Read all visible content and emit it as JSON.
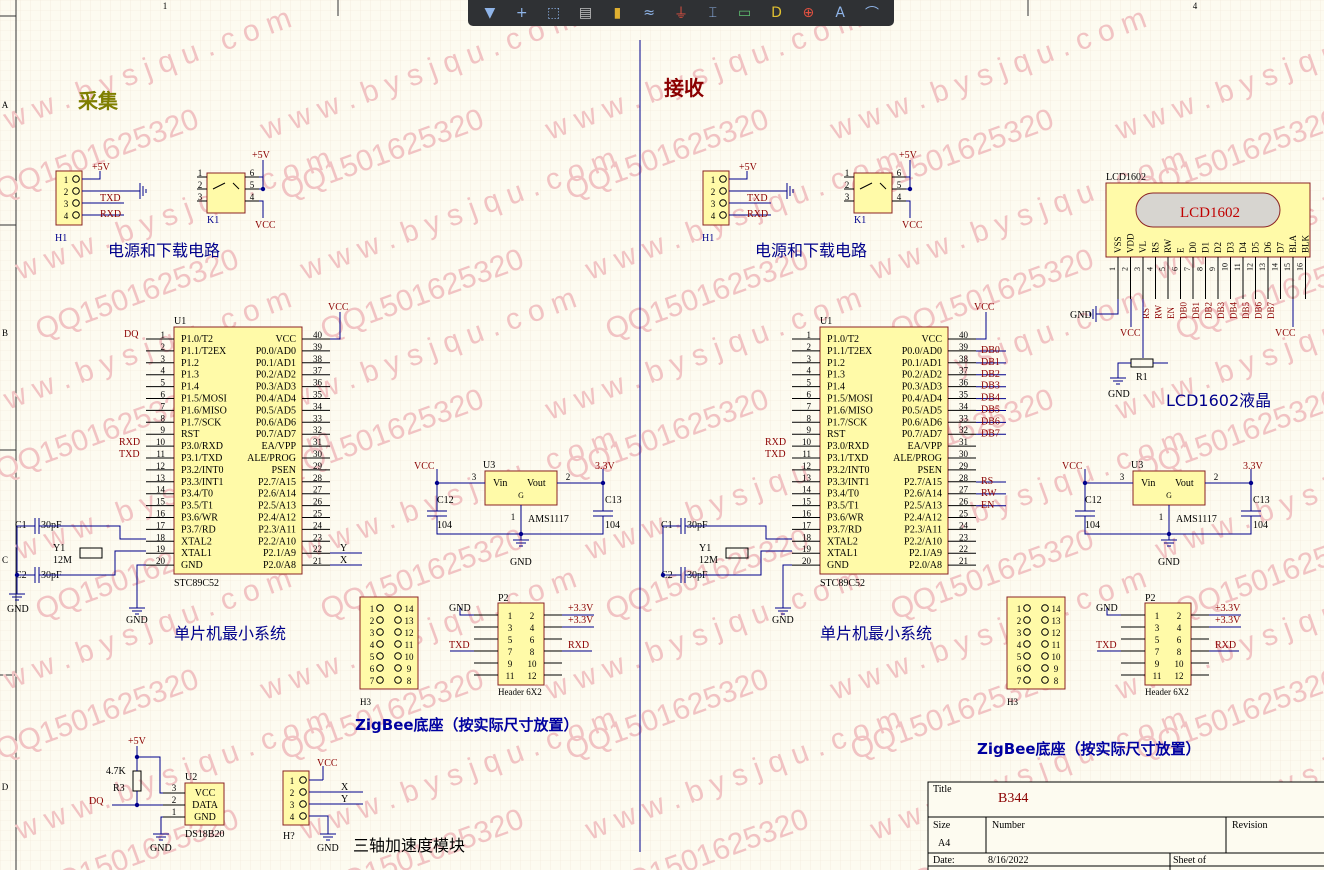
{
  "toolbar": {
    "tools": [
      {
        "icon": "filter-icon",
        "glyph": "▼",
        "color": "#8fb4e8"
      },
      {
        "icon": "crosshair-icon",
        "glyph": "+",
        "color": "#8fb4e8"
      },
      {
        "icon": "select-rect-icon",
        "glyph": "⬚",
        "color": "#8fb4e8"
      },
      {
        "icon": "align-icon",
        "glyph": "▤",
        "color": "#c0c0c0"
      },
      {
        "icon": "component-icon",
        "glyph": "▮",
        "color": "#e0b030"
      },
      {
        "icon": "wire-icon",
        "glyph": "≈",
        "color": "#8fb4e8"
      },
      {
        "icon": "ground-icon",
        "glyph": "⏚",
        "color": "#e05040"
      },
      {
        "icon": "netlabel-icon",
        "glyph": "⌶",
        "color": "#8fb4e8"
      },
      {
        "icon": "port-icon",
        "glyph": "▭",
        "color": "#5fc070"
      },
      {
        "icon": "sheet-entry-icon",
        "glyph": "D",
        "color": "#e0c030"
      },
      {
        "icon": "no-erc-icon",
        "glyph": "⊕",
        "color": "#e05040"
      },
      {
        "icon": "text-icon",
        "glyph": "A",
        "color": "#8fb4e8"
      },
      {
        "icon": "arc-icon",
        "glyph": "⌒",
        "color": "#8fb4e8"
      }
    ]
  },
  "border": {
    "col1": "1",
    "col4": "4",
    "rows": [
      "A",
      "B",
      "C",
      "D"
    ]
  },
  "watermark": {
    "domain": "w w w . b y s j q u . c o m",
    "qq": "QQ1501625320"
  },
  "sections": {
    "left": "采集",
    "right": "接收"
  },
  "captions": {
    "power": "电源和下载电路",
    "mcu": "单片机最小系统",
    "zigbee": "ZigBee底座（按实际尺寸放置）",
    "accel": "三轴加速度模块",
    "lcd": "LCD1602液晶"
  },
  "h1": {
    "ref": "H1",
    "pins": [
      "1",
      "2",
      "3",
      "4"
    ],
    "nets": [
      "+5V",
      "TXD",
      "RXD"
    ]
  },
  "k1": {
    "ref": "K1",
    "pins_left": [
      "1",
      "2",
      "3"
    ],
    "pins_right": [
      "6",
      "5",
      "4"
    ],
    "nets": [
      "+5V",
      "VCC"
    ]
  },
  "mcu": {
    "ref": "U1",
    "part": "STC89C52",
    "left_pins": [
      "1",
      "2",
      "3",
      "4",
      "5",
      "6",
      "7",
      "8",
      "9",
      "10",
      "11",
      "12",
      "13",
      "14",
      "15",
      "16",
      "17",
      "18",
      "19",
      "20"
    ],
    "left_names": [
      "P1.0/T2",
      "P1.1/T2EX",
      "P1.2",
      "P1.3",
      "P1.4",
      "P1.5/MOSI",
      "P1.6/MISO",
      "P1.7/SCK",
      "RST",
      "P3.0/RXD",
      "P3.1/TXD",
      "P3.2/INT0",
      "P3.3/INT1",
      "P3.4/T0",
      "P3.5/T1",
      "P3.6/WR",
      "P3.7/RD",
      "XTAL2",
      "XTAL1",
      "GND"
    ],
    "right_pins": [
      "40",
      "39",
      "38",
      "37",
      "36",
      "35",
      "34",
      "33",
      "32",
      "31",
      "30",
      "29",
      "28",
      "27",
      "26",
      "25",
      "24",
      "23",
      "22",
      "21"
    ],
    "right_names": [
      "VCC",
      "P0.0/AD0",
      "P0.1/AD1",
      "P0.2/AD2",
      "P0.3/AD3",
      "P0.4/AD4",
      "P0.5/AD5",
      "P0.6/AD6",
      "P0.7/AD7",
      "EA/VPP",
      "ALE/PROG",
      "PSEN",
      "P2.7/A15",
      "P2.6/A14",
      "P2.5/A13",
      "P2.4/A12",
      "P2.3/A11",
      "P2.2/A10",
      "P2.1/A9",
      "P2.0/A8"
    ],
    "left_nets": {
      "dq": "DQ",
      "rxd": "RXD",
      "txd": "TXD"
    },
    "vcc": "VCC",
    "gnd": "GND",
    "left_right_nets": [
      "Y",
      "X"
    ],
    "right_db_nets": [
      "DB0",
      "DB1",
      "DB2",
      "DB3",
      "DB4",
      "DB5",
      "DB6",
      "DB7"
    ],
    "right_ctrl_nets": [
      "RS",
      "RW",
      "EN"
    ]
  },
  "crystal": {
    "c1": "C1",
    "c2": "C2",
    "cap": "30pF",
    "y1": "Y1",
    "freq": "12M"
  },
  "reg": {
    "ref": "U3",
    "part": "AMS1117",
    "vin": "Vin",
    "vout": "Vout",
    "g": "G",
    "pin3": "3",
    "pin2": "2",
    "pin1": "1",
    "in_net": "VCC",
    "out_net": "3.3V",
    "c12": "C12",
    "c13": "C13",
    "val": "104",
    "gnd": "GND"
  },
  "h3": {
    "ref": "H3",
    "left": [
      "1",
      "2",
      "3",
      "4",
      "5",
      "6",
      "7"
    ],
    "right": [
      "14",
      "13",
      "12",
      "11",
      "10",
      "9",
      "8"
    ]
  },
  "p2": {
    "ref": "P2",
    "part": "Header 6X2",
    "left": [
      "1",
      "3",
      "5",
      "7",
      "9",
      "11"
    ],
    "right": [
      "2",
      "4",
      "6",
      "8",
      "10",
      "12"
    ],
    "gnd": "GND",
    "p33a": "+3.3V",
    "p33b": "+3.3V",
    "txd": "TXD",
    "rxd": "RXD"
  },
  "ds18": {
    "ref": "U2",
    "part": "DS18B20",
    "pins": [
      "VCC",
      "DATA",
      "GND"
    ],
    "pinnums": [
      "3",
      "2",
      "1"
    ],
    "r3": "R3",
    "r3val": "4.7K",
    "p5v": "+5V",
    "dq": "DQ",
    "gnd": "GND"
  },
  "hq": {
    "ref": "H?",
    "pins": [
      "1",
      "2",
      "3",
      "4"
    ],
    "vcc": "VCC",
    "x": "X",
    "y": "Y",
    "gnd": "GND"
  },
  "lcd": {
    "ref": "LCD1602",
    "label": "LCD1602",
    "pin_names": [
      "VSS",
      "VDD",
      "VL",
      "RS",
      "RW",
      "E",
      "D0",
      "D1",
      "D2",
      "D3",
      "D4",
      "D5",
      "D6",
      "D7",
      "BLA",
      "BLK"
    ],
    "pin_nums": [
      "1",
      "2",
      "3",
      "4",
      "5",
      "6",
      "7",
      "8",
      "9",
      "10",
      "11",
      "12",
      "13",
      "14",
      "15",
      "16"
    ],
    "nets": [
      "RS",
      "RW",
      "EN",
      "DB0",
      "DB1",
      "DB2",
      "DB3",
      "DB4",
      "DB5",
      "DB6",
      "DB7"
    ],
    "gnd": "GND",
    "vcc": "VCC",
    "r1": "R1"
  },
  "titleblock": {
    "title_label": "Title",
    "title": "B344",
    "size_label": "Size",
    "size": "A4",
    "number_label": "Number",
    "revision_label": "Revision",
    "date_label": "Date:",
    "date": "8/16/2022",
    "sheet_label": "Sheet   of"
  }
}
